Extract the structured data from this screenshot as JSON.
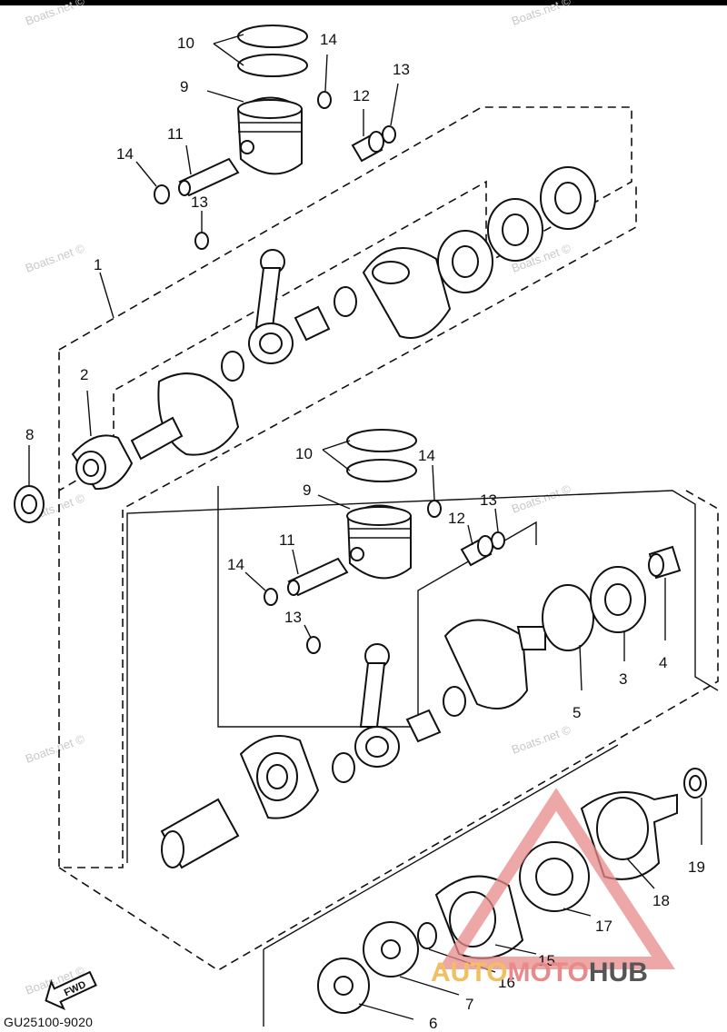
{
  "document_code": "GU25100-9020",
  "fwd_label": "FWD",
  "watermark": "Boats.net ©",
  "brand": {
    "part1": "AUTO",
    "part2": "MOTO",
    "part3": "HUB"
  },
  "callouts": {
    "c1": "1",
    "c2": "2",
    "c3": "3",
    "c4": "4",
    "c5": "5",
    "c6": "6",
    "c7": "7",
    "c8": "8",
    "c9a": "9",
    "c9b": "9",
    "c10a": "10",
    "c10b": "10",
    "c11a": "11",
    "c11b": "11",
    "c12a": "12",
    "c12b": "12",
    "c13a": "13",
    "c13b": "13",
    "c13c": "13",
    "c13d": "13",
    "c14a": "14",
    "c14b": "14",
    "c14c": "14",
    "c14d": "14",
    "c15": "15",
    "c16": "16",
    "c17": "17",
    "c18": "18",
    "c19": "19"
  },
  "colors": {
    "line": "#111111",
    "watermark": "#c8c8c8",
    "brand_red": "#e88a8a",
    "brand_yellow": "#f0c060"
  }
}
